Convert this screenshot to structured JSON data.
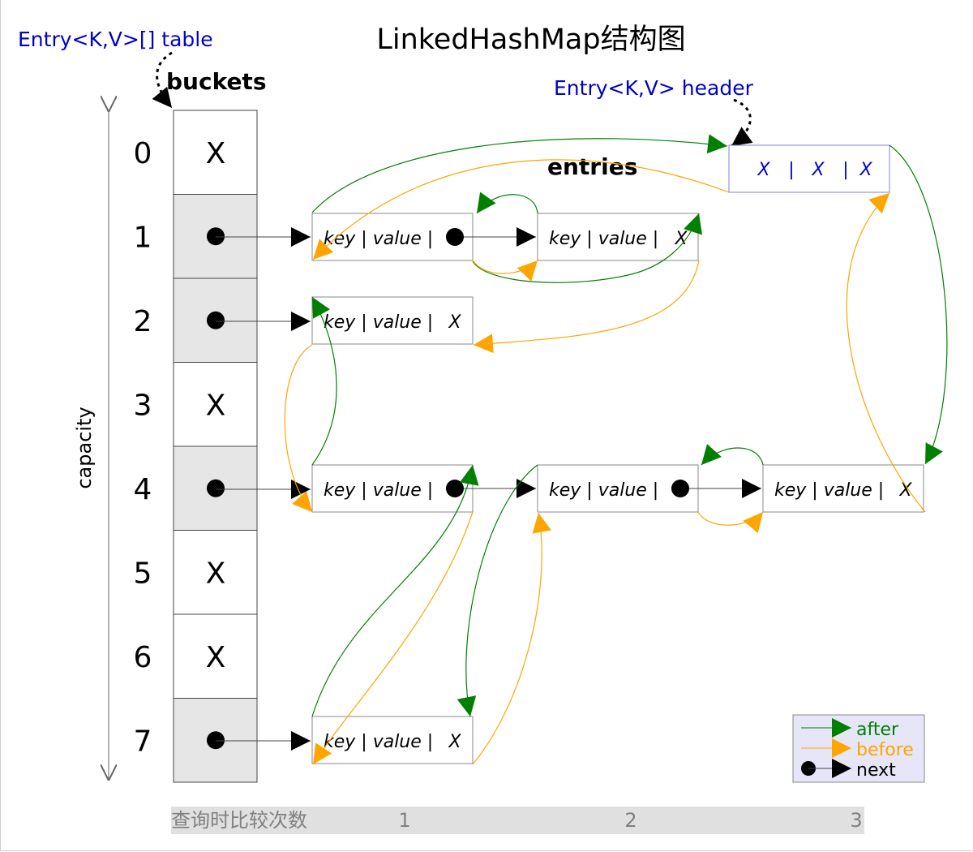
{
  "title": "LinkedHashMap结构图",
  "table_label": "Entry<K,V>[] table",
  "buckets_label": "buckets",
  "header_label": "Entry<K,V> header",
  "entries_label": "entries",
  "capacity_label": "capacity",
  "header_node": {
    "fields": [
      "X",
      "|",
      "X",
      "|",
      "X"
    ]
  },
  "buckets": [
    {
      "index": "0",
      "content": "X",
      "occupied": false
    },
    {
      "index": "1",
      "content": "",
      "occupied": true
    },
    {
      "index": "2",
      "content": "",
      "occupied": true
    },
    {
      "index": "3",
      "content": "X",
      "occupied": false
    },
    {
      "index": "4",
      "content": "",
      "occupied": true
    },
    {
      "index": "5",
      "content": "X",
      "occupied": false
    },
    {
      "index": "6",
      "content": "X",
      "occupied": false
    },
    {
      "index": "7",
      "content": "",
      "occupied": true
    }
  ],
  "entry_text": "key | value |",
  "entry_null": "X",
  "entries": [
    {
      "id": "e1a",
      "bucket": 1,
      "next": "e1b"
    },
    {
      "id": "e1b",
      "bucket": 1,
      "next": null
    },
    {
      "id": "e2",
      "bucket": 2,
      "next": null
    },
    {
      "id": "e4a",
      "bucket": 4,
      "next": "e4b"
    },
    {
      "id": "e4b",
      "bucket": 4,
      "next": "e4c"
    },
    {
      "id": "e4c",
      "bucket": 4,
      "next": null
    },
    {
      "id": "e7",
      "bucket": 7,
      "next": null
    }
  ],
  "legend": {
    "after": "after",
    "before": "before",
    "next": "next"
  },
  "colors": {
    "after": "#008000",
    "before": "#ffa500",
    "label_blue": "#0000cc",
    "bucket_fill": "#e6e6e6",
    "legend_fill": "#e6e6f8",
    "comparison_fill": "#e0e0e0",
    "comparison_text": "#808080"
  },
  "comparison": {
    "label": "查询时比较次数",
    "counts": [
      "1",
      "2",
      "3"
    ]
  }
}
